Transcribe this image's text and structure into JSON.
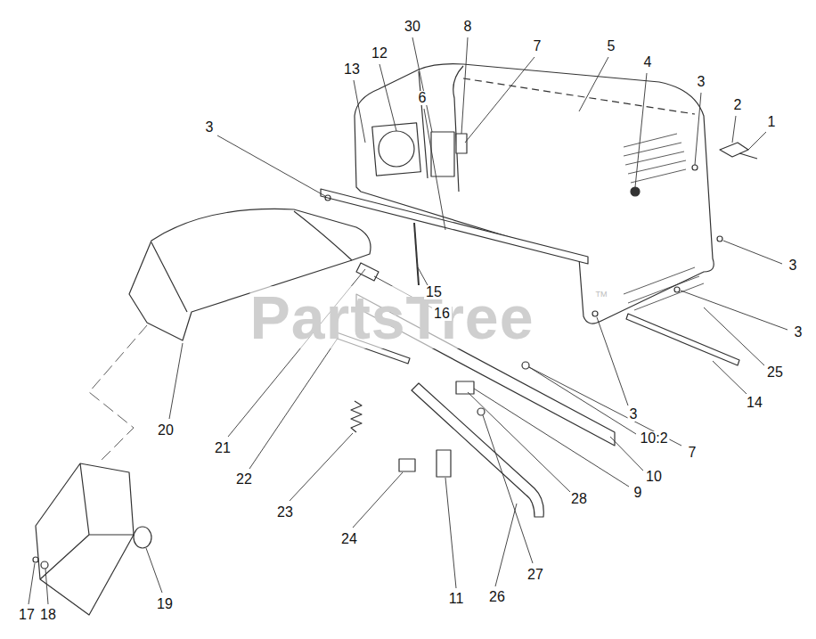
{
  "diagram": {
    "labels": [
      "30",
      "8",
      "7",
      "5",
      "12",
      "4",
      "13",
      "3",
      "2",
      "1",
      "6",
      "3",
      "3",
      "15",
      "TM",
      "PartsTree",
      "16",
      "3",
      "25",
      "14",
      "3",
      "20",
      "10:2",
      "21",
      "7",
      "10",
      "22",
      "9",
      "28",
      "23",
      "24",
      "27",
      "11",
      "26",
      "19",
      "17",
      "18"
    ]
  }
}
